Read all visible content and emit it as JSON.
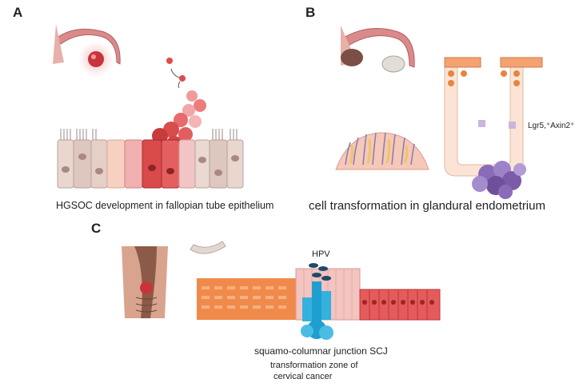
{
  "panels": {
    "a": {
      "letter": "A",
      "caption": "HGSOC development in fallopian tube epithelium"
    },
    "b": {
      "letter": "B",
      "caption": "cell transformation in glandural endometrium",
      "marker_label": "Lgr5,⁺Axin2⁺"
    },
    "c": {
      "letter": "C",
      "virus_label": "HPV",
      "caption_line1": "squamo-columnar junction SCJ",
      "caption_line2": "transformation zone of",
      "caption_line3": "cervical cancer"
    }
  },
  "colors": {
    "tumor_red": "#c8343c",
    "squamous_orange": "#f08a4b",
    "columnar_red": "#e55a5a",
    "hpv_blue": "#1f9fd0",
    "endometrium_purple": "#8a6bb8",
    "tissue_pink": "#f3c4c0"
  }
}
